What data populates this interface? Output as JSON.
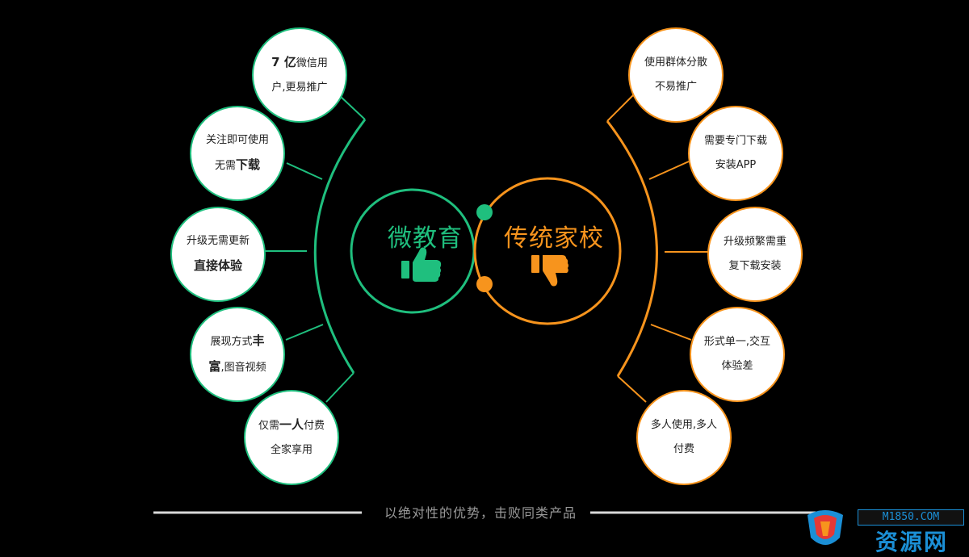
{
  "colors": {
    "advantage": "#1fbf7e",
    "disadvantage": "#f7941d",
    "line": "#d9d9d9",
    "brand": "#1b8fd6"
  },
  "center": {
    "left_title": "微教育",
    "right_title": "传统家校",
    "left_icon": "thumbs-up-icon",
    "right_icon": "thumbs-down-icon"
  },
  "advantages": [
    {
      "line1_bold": "7 亿",
      "line1": "微信用",
      "line2": "户,更易推广"
    },
    {
      "line1": "关注即可使用",
      "line2": "无需",
      "line2_bold": "下载"
    },
    {
      "line1": "升级无需更新",
      "line2_bold": "直接体验"
    },
    {
      "line1": "展现方式",
      "line1_bold": "丰",
      "line2_bold": "富",
      "line2": ",图音视频"
    },
    {
      "line1": "仅需",
      "line1_bold": "一人",
      "line1_tail": "付费",
      "line2": "全家享用"
    }
  ],
  "disadvantages": [
    {
      "line1": "使用群体分散",
      "line2": "不易推广"
    },
    {
      "line1": "需要专门下载",
      "line2": "安装APP"
    },
    {
      "line1": "升级频繁需重",
      "line2": "复下载安装"
    },
    {
      "line1": "形式单一,交互",
      "line2": "体验差"
    },
    {
      "line1": "多人使用,多人",
      "line2": "付费"
    }
  ],
  "footer": {
    "text": "以绝对性的优势，击败同类产品"
  },
  "brand": {
    "url": "M1850.COM",
    "name": "资源网",
    "logo_icon": "shield-logo-icon"
  }
}
